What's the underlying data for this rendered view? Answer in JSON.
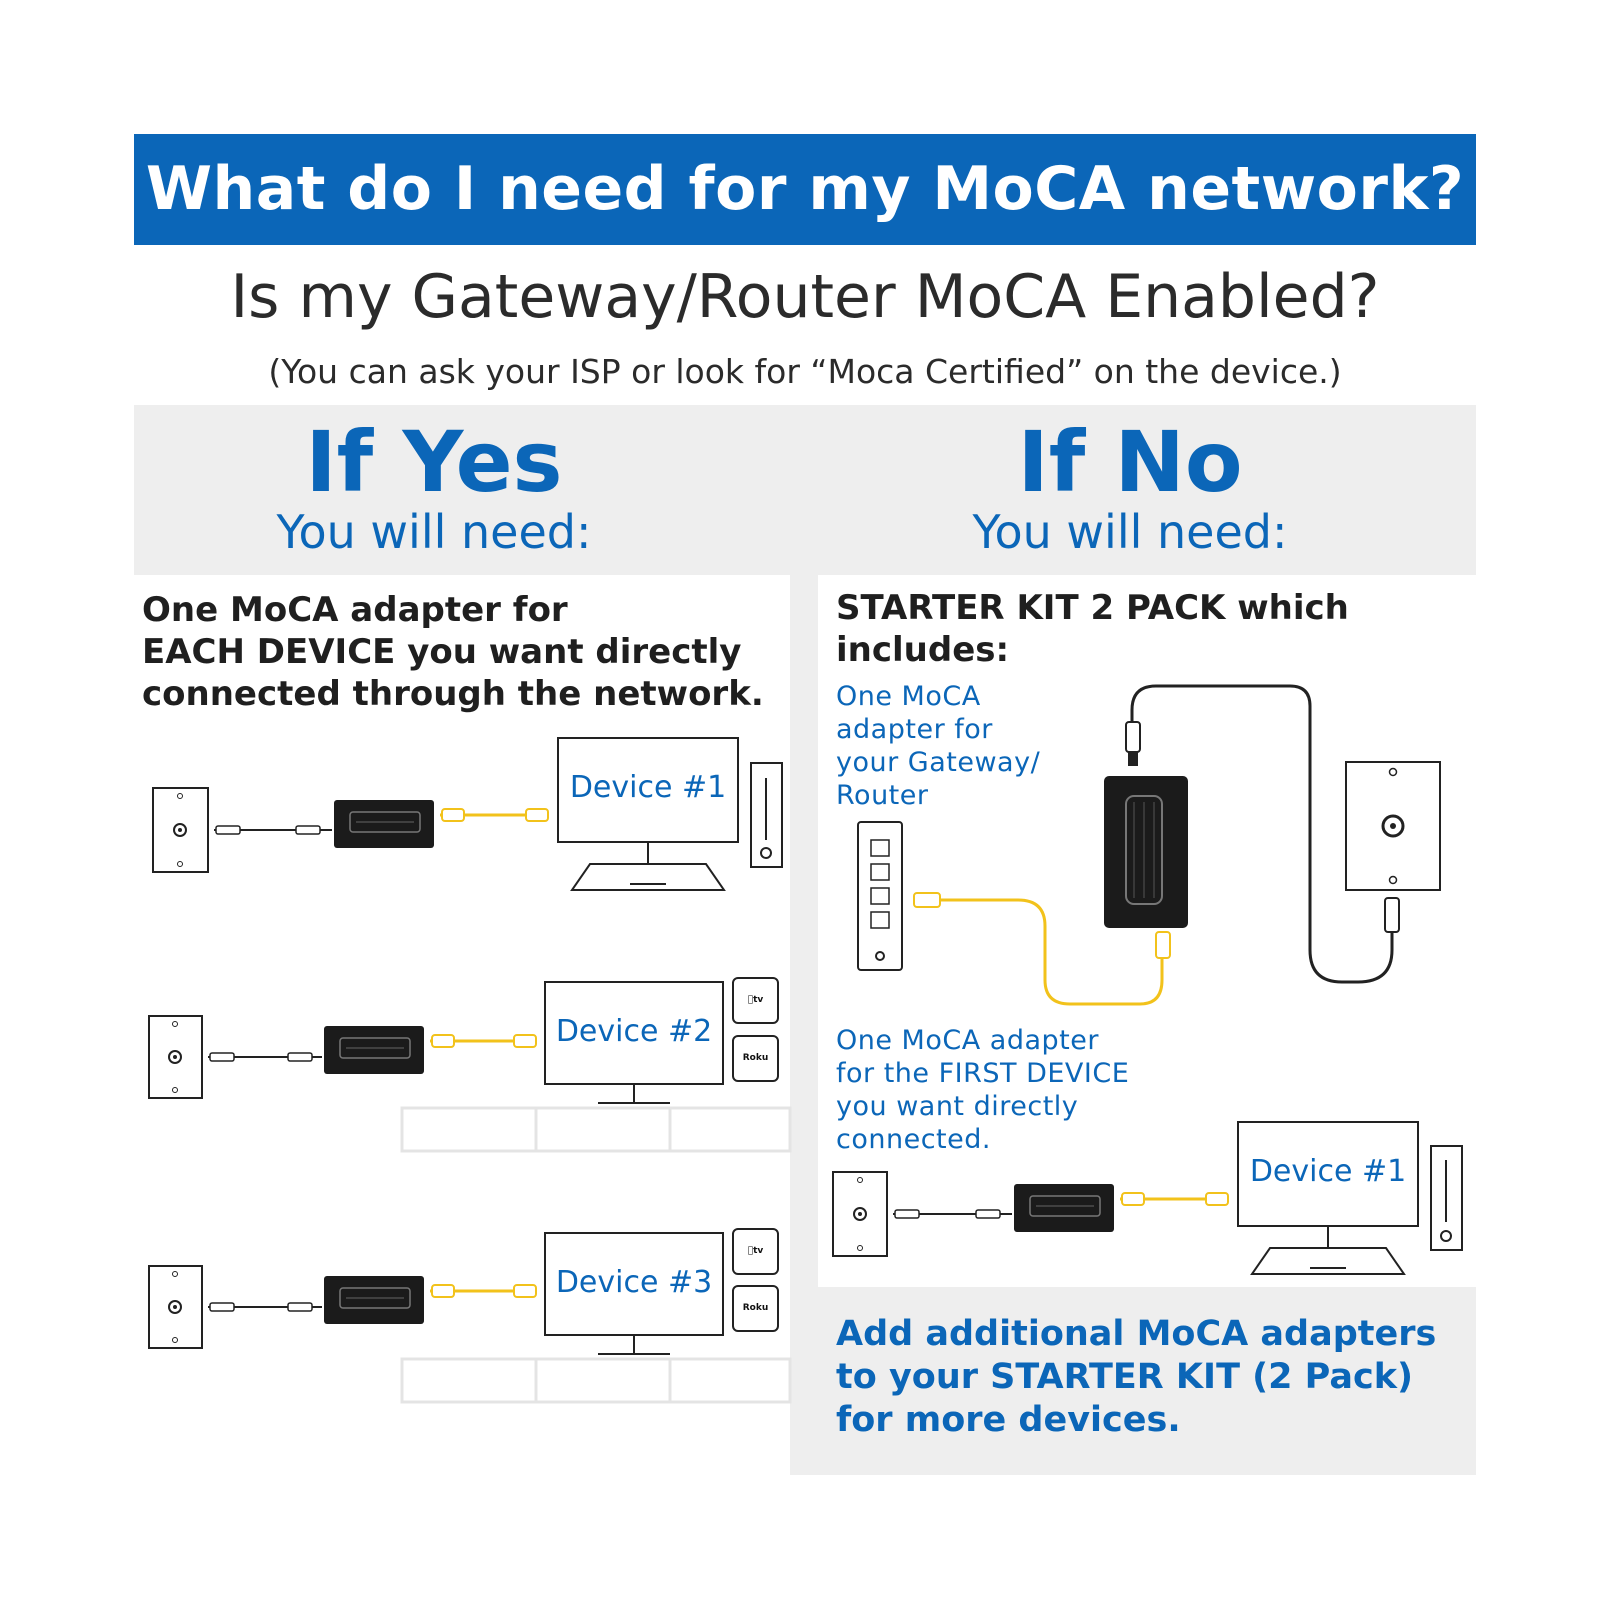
{
  "header": {
    "title": "What do I need for my MoCA network?",
    "question": "Is my Gateway/Router MoCA Enabled?",
    "hint": "(You can ask your ISP or look for “Moca Certified” on the device.)"
  },
  "yes_column": {
    "heading": "If Yes",
    "subheading": "You will need:",
    "description_lines": [
      "One MoCA adapter for",
      "EACH DEVICE you want directly",
      "connected through the network."
    ],
    "devices": [
      "Device #1",
      "Device #2",
      "Device #3"
    ],
    "streaming_badges": [
      "tv",
      "Roku"
    ]
  },
  "no_column": {
    "heading": "If No",
    "subheading": "You will need:",
    "description_lines": [
      "STARTER KIT 2 PACK which",
      "includes:"
    ],
    "gateway_adapter_lines": [
      "One MoCA",
      "adapter for",
      "your Gateway/",
      "Router"
    ],
    "first_device_lines": [
      "One MoCA adapter",
      "for the FIRST DEVICE",
      "you want directly",
      "connected."
    ],
    "device": "Device #1",
    "footer_lines": [
      "Add additional MoCA adapters",
      "to your STARTER KIT (2 Pack)",
      "for more devices."
    ]
  },
  "colors": {
    "brand_blue": "#0b66b8",
    "ethernet_cable": "#f2c21b",
    "panel_gray": "#eeeeee"
  }
}
